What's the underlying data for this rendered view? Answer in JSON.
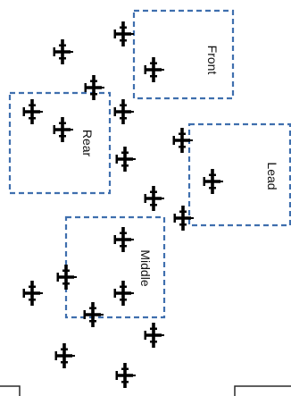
{
  "groups": {
    "front": {
      "label": "Front"
    },
    "lead": {
      "label": "Lead"
    },
    "rear": {
      "label": "Rear"
    },
    "middle": {
      "label": "Middle"
    }
  },
  "plane_icon": "bomber-plane-silhouette",
  "colors": {
    "box_stroke": "#3f6fae",
    "plane": "#111111",
    "background": "#ffffff"
  }
}
